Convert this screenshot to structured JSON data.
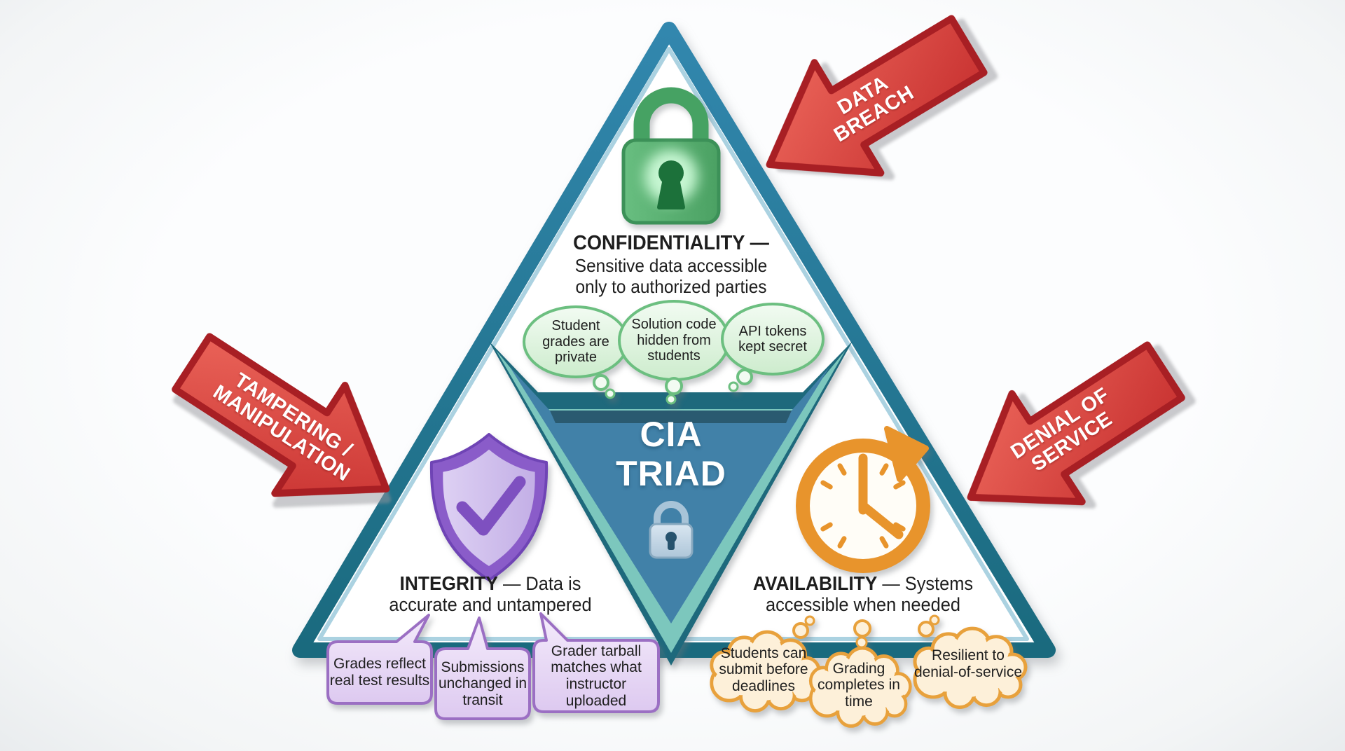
{
  "diagram_title": "CIA TRIAD",
  "center": {
    "line1": "CIA",
    "line2": "TRIAD",
    "icon": "padlock-icon"
  },
  "confidentiality": {
    "heading": "CONFIDENTIALITY",
    "heading_suffix": " —",
    "desc_line1": "Sensitive data accessible",
    "desc_line2": "only to authorized parties",
    "icon": "green-padlock-icon",
    "bubbles": [
      "Student grades are private",
      "Solution code hidden from students",
      "API tokens kept secret"
    ]
  },
  "integrity": {
    "heading": "INTEGRITY",
    "heading_suffix": " — Data is",
    "desc_line2": "accurate and untampered",
    "icon": "purple-shield-check-icon",
    "bubbles": [
      "Grades reflect real test results",
      "Submissions unchanged in transit",
      "Grader tarball matches what instructor uploaded"
    ]
  },
  "availability": {
    "heading": "AVAILABILITY",
    "heading_suffix": " — Systems",
    "desc_line2": "accessible when needed",
    "icon": "orange-clock-icon",
    "bubbles": [
      "Students can submit before deadlines",
      "Grading completes in time",
      "Resilient to denial-of-service"
    ]
  },
  "threats": {
    "data_breach": {
      "line1": "DATA",
      "line2": "BREACH"
    },
    "tampering": {
      "line1": "TAMPERING /",
      "line2": "MANIPULATION"
    },
    "denial_of_service": {
      "line1": "DENIAL OF",
      "line2": "SERVICE"
    }
  },
  "colors": {
    "triangle_stroke_top": "#3287ae",
    "triangle_stroke_bottom": "#1a6a7e",
    "banner_edge": "#1e697c",
    "banner_inner_band": "#7cc7bd",
    "banner_fill": "#4181a8",
    "banner_band": "#2a5a70",
    "confidentiality_green": "#4fa768",
    "bubble_green_border": "#6cbf80",
    "integrity_purple": "#8a5cc9",
    "bubble_purple_border": "#9b6fc3",
    "availability_orange": "#e8942c",
    "cloud_border": "#e8a13c",
    "threat_red_fill": "#d8423e",
    "threat_red_border": "#a81f24",
    "text_dark": "#1e1e1e"
  }
}
